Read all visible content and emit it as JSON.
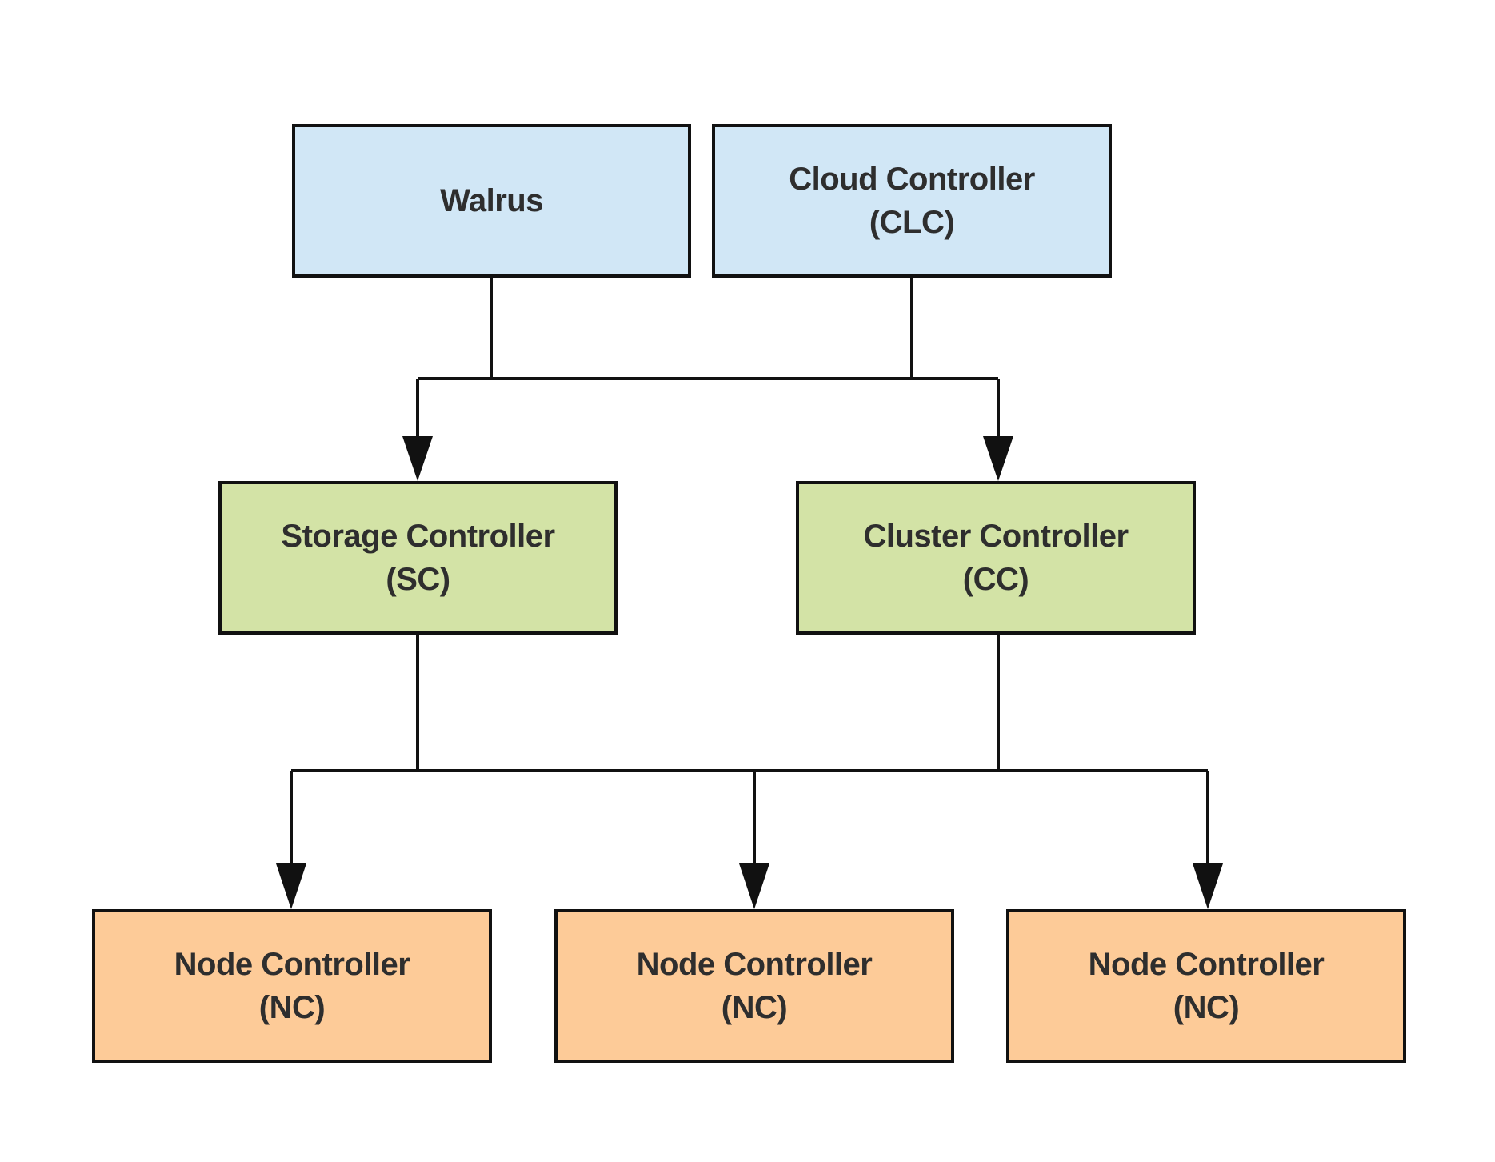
{
  "nodes": {
    "walrus": {
      "name": "Walrus",
      "abbr": ""
    },
    "clc": {
      "name": "Cloud Controller",
      "abbr": "(CLC)"
    },
    "sc": {
      "name": "Storage Controller",
      "abbr": "(SC)"
    },
    "cc": {
      "name": "Cluster Controller",
      "abbr": "(CC)"
    },
    "nc1": {
      "name": "Node Controller",
      "abbr": "(NC)"
    },
    "nc2": {
      "name": "Node Controller",
      "abbr": "(NC)"
    },
    "nc3": {
      "name": "Node Controller",
      "abbr": "(NC)"
    }
  },
  "edges": [
    {
      "from": [
        "walrus",
        "clc"
      ],
      "to": [
        "sc",
        "cc"
      ]
    },
    {
      "from": [
        "sc",
        "cc"
      ],
      "to": [
        "nc1",
        "nc2",
        "nc3"
      ]
    }
  ],
  "colors": {
    "top_tier": "#d1e7f6",
    "middle_tier": "#d3e3a6",
    "bottom_tier": "#fdcb98",
    "stroke": "#111111",
    "text": "#2e2e2e"
  }
}
